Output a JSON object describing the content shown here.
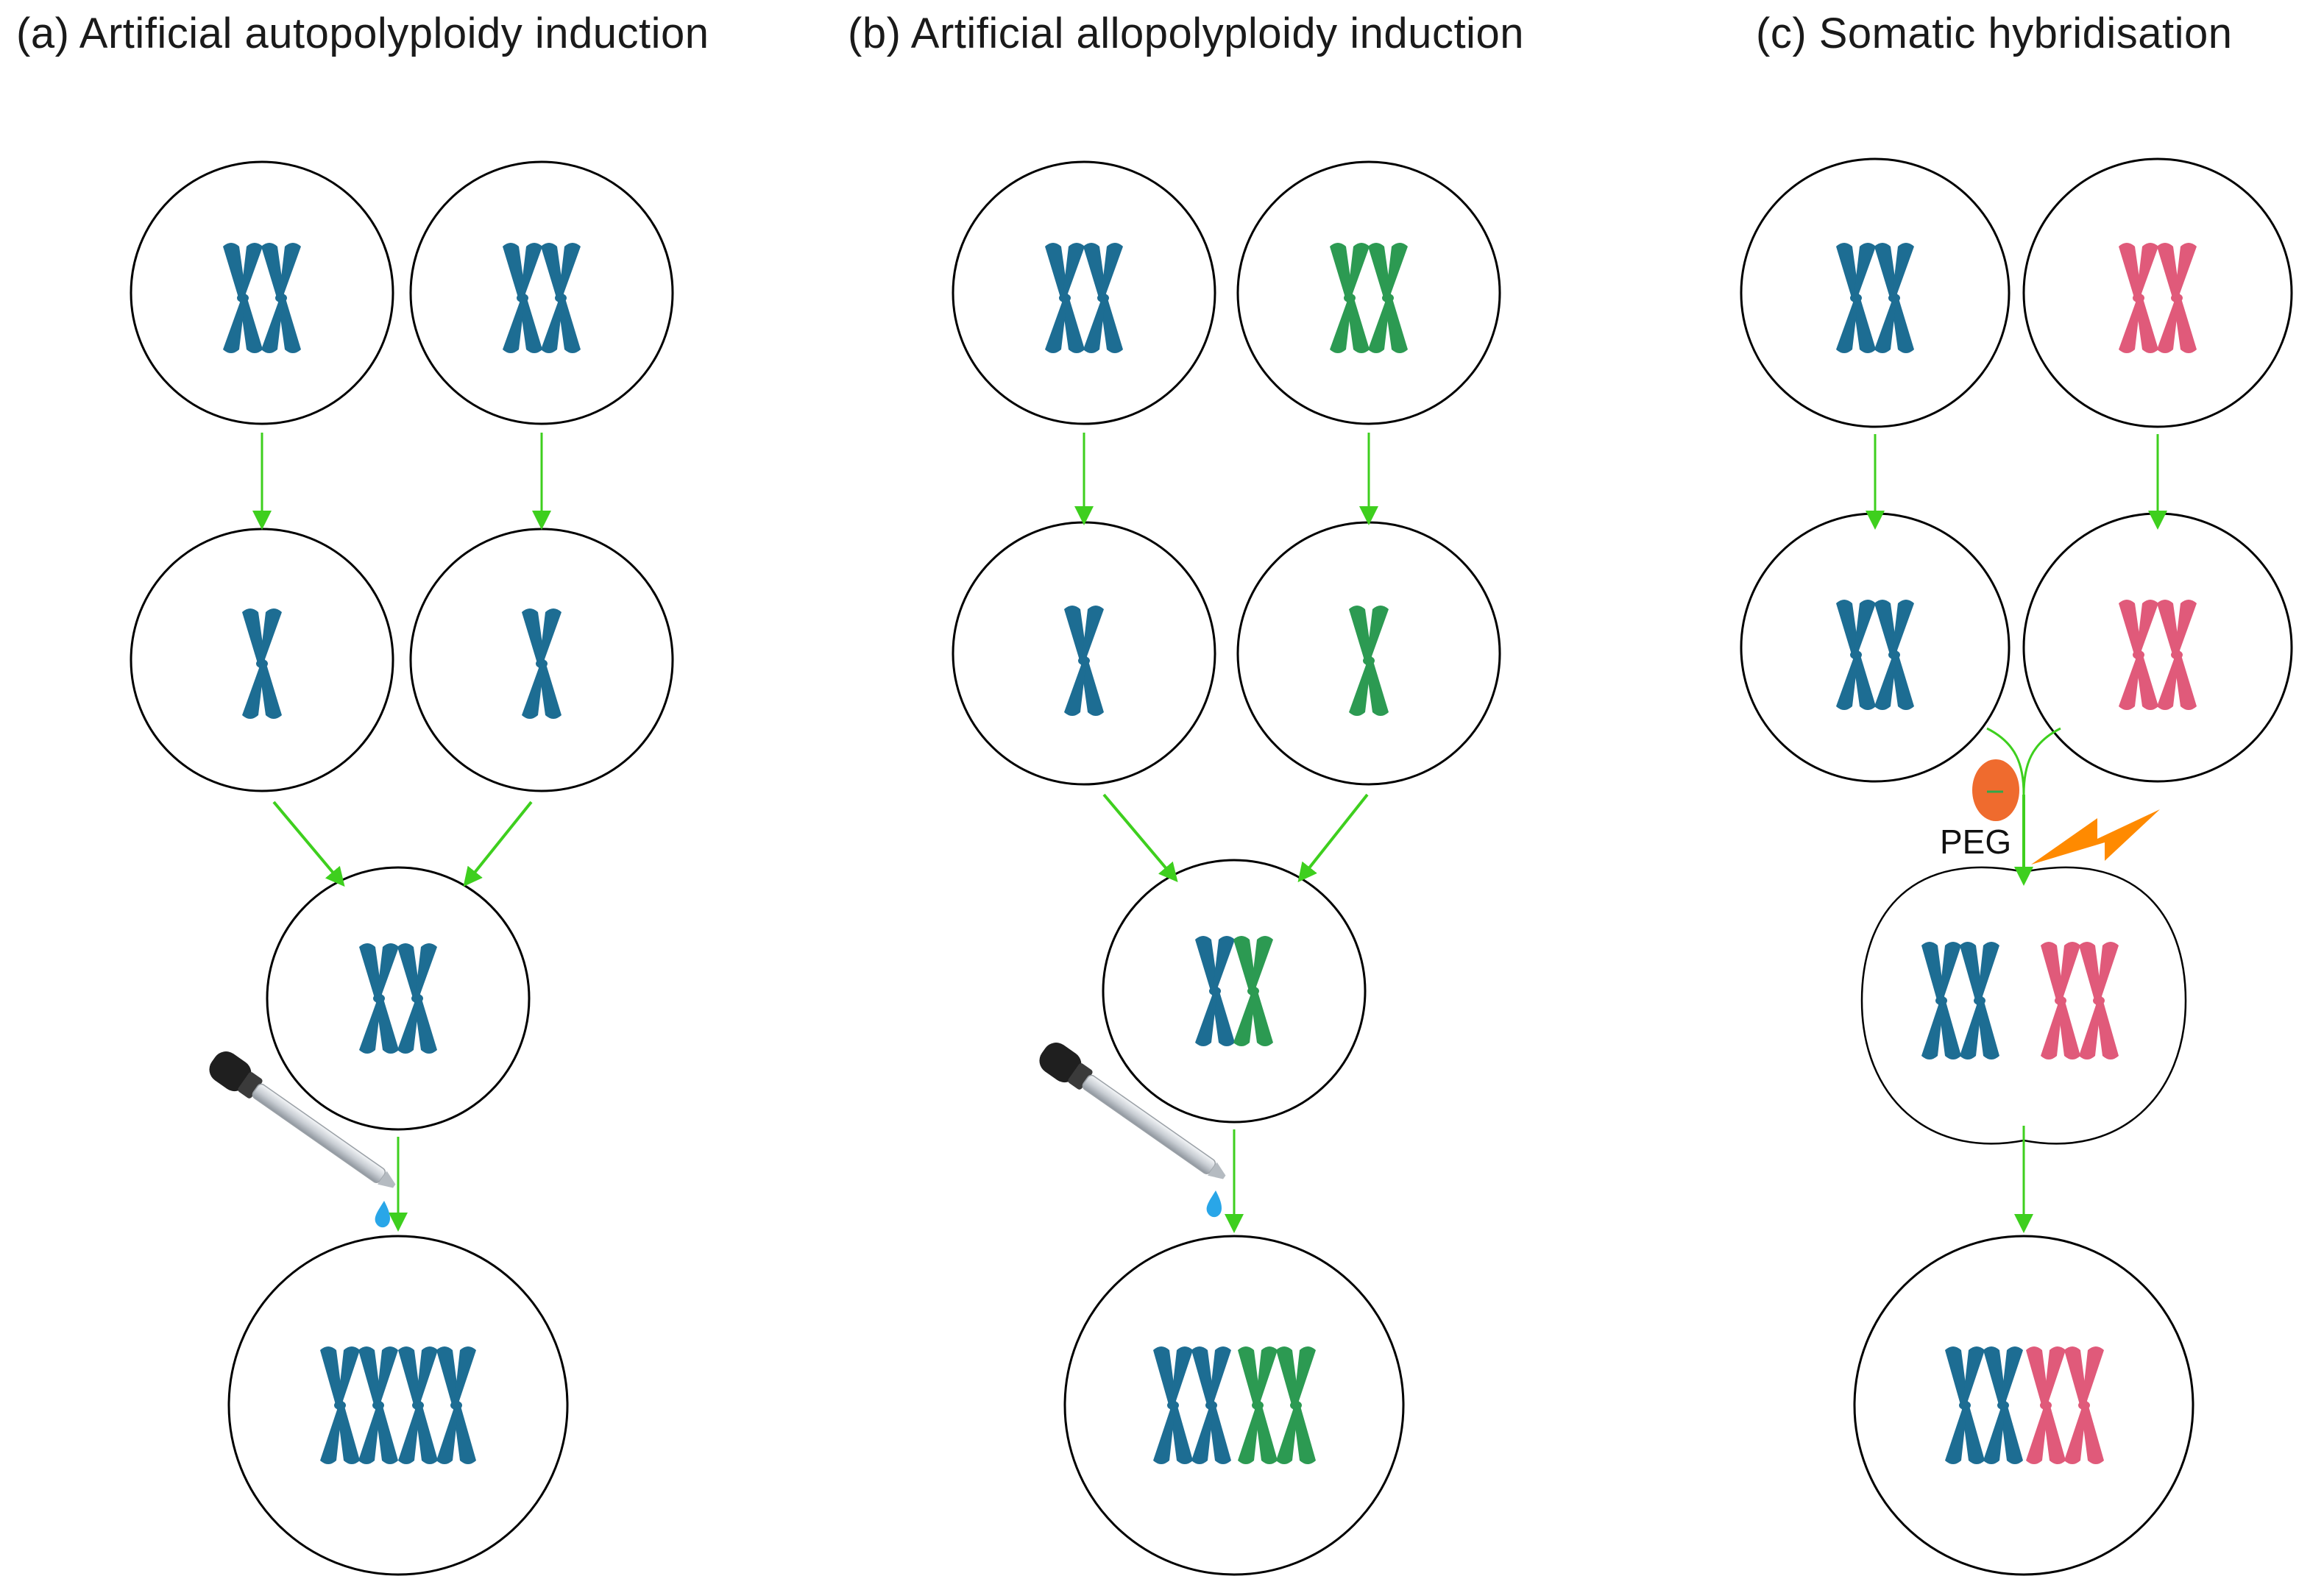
{
  "panels": [
    {
      "id": "a",
      "title": "(a)  Artificial autopolyploidy induction"
    },
    {
      "id": "b",
      "title": "(b)  Artificial allopolyploidy induction"
    },
    {
      "id": "c",
      "title": "(c)  Somatic hybridisation"
    }
  ],
  "labels": {
    "peg": "PEG"
  },
  "colors": {
    "blue": "#1d6d93",
    "green": "#2c9a52",
    "pink": "#e05a7a",
    "arrow": "#3ecf1e",
    "flash": "#ff8a00",
    "cell_outline": "#000000"
  }
}
